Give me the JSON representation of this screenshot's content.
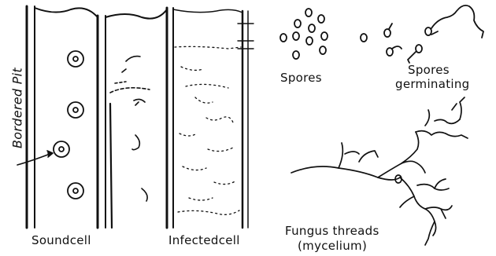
{
  "labels": {
    "bordered_pit": "Bordered Pit",
    "sound_cell": "Soundcell",
    "infected_cell": "Infectedcell",
    "spores": "Spores",
    "spores_germinating_1": "Spores",
    "spores_germinating_2": "germinating",
    "fungus_threads_1": "Fungus threads",
    "fungus_threads_2": "(mycelium)"
  }
}
